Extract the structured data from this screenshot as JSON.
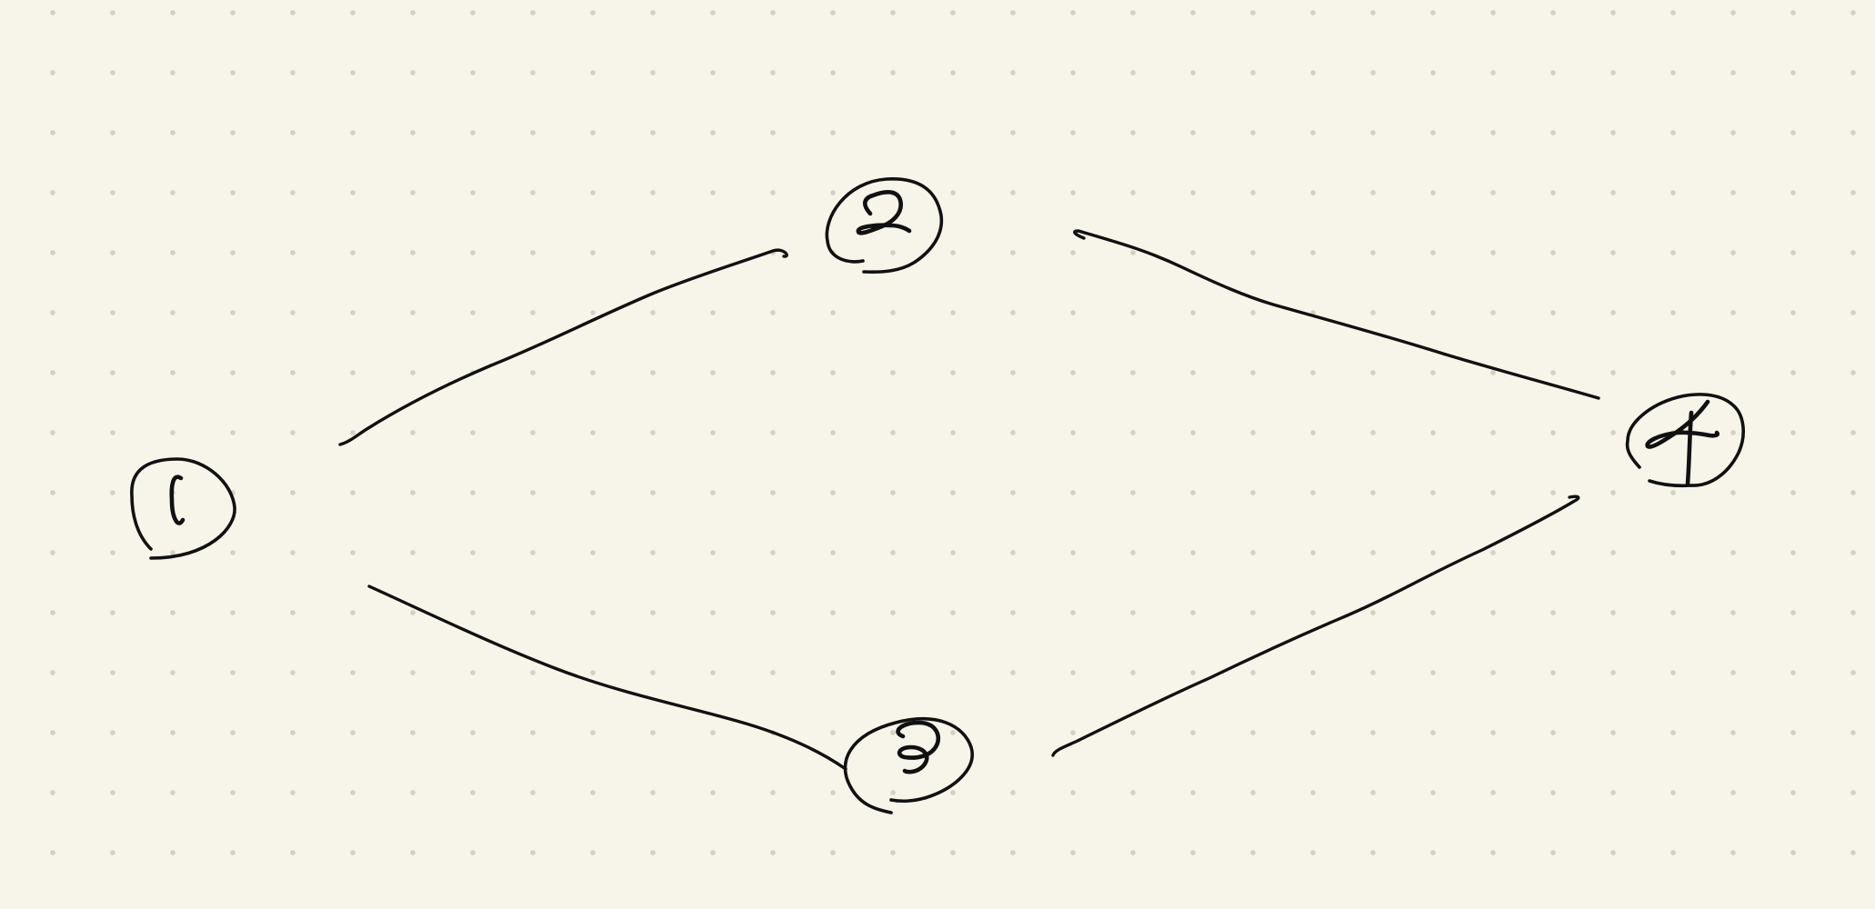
{
  "canvas": {
    "background": "#f7f5ea",
    "dot_grid_color": "#d3d1c5",
    "ink_color": "#111111"
  },
  "diagram": {
    "nodes": [
      {
        "id": "1",
        "label": "1"
      },
      {
        "id": "2",
        "label": "2"
      },
      {
        "id": "3",
        "label": "3"
      },
      {
        "id": "4",
        "label": "4"
      }
    ],
    "edges": [
      {
        "from": "1",
        "to": "2"
      },
      {
        "from": "1",
        "to": "3"
      },
      {
        "from": "2",
        "to": "4"
      },
      {
        "from": "3",
        "to": "4"
      }
    ]
  }
}
